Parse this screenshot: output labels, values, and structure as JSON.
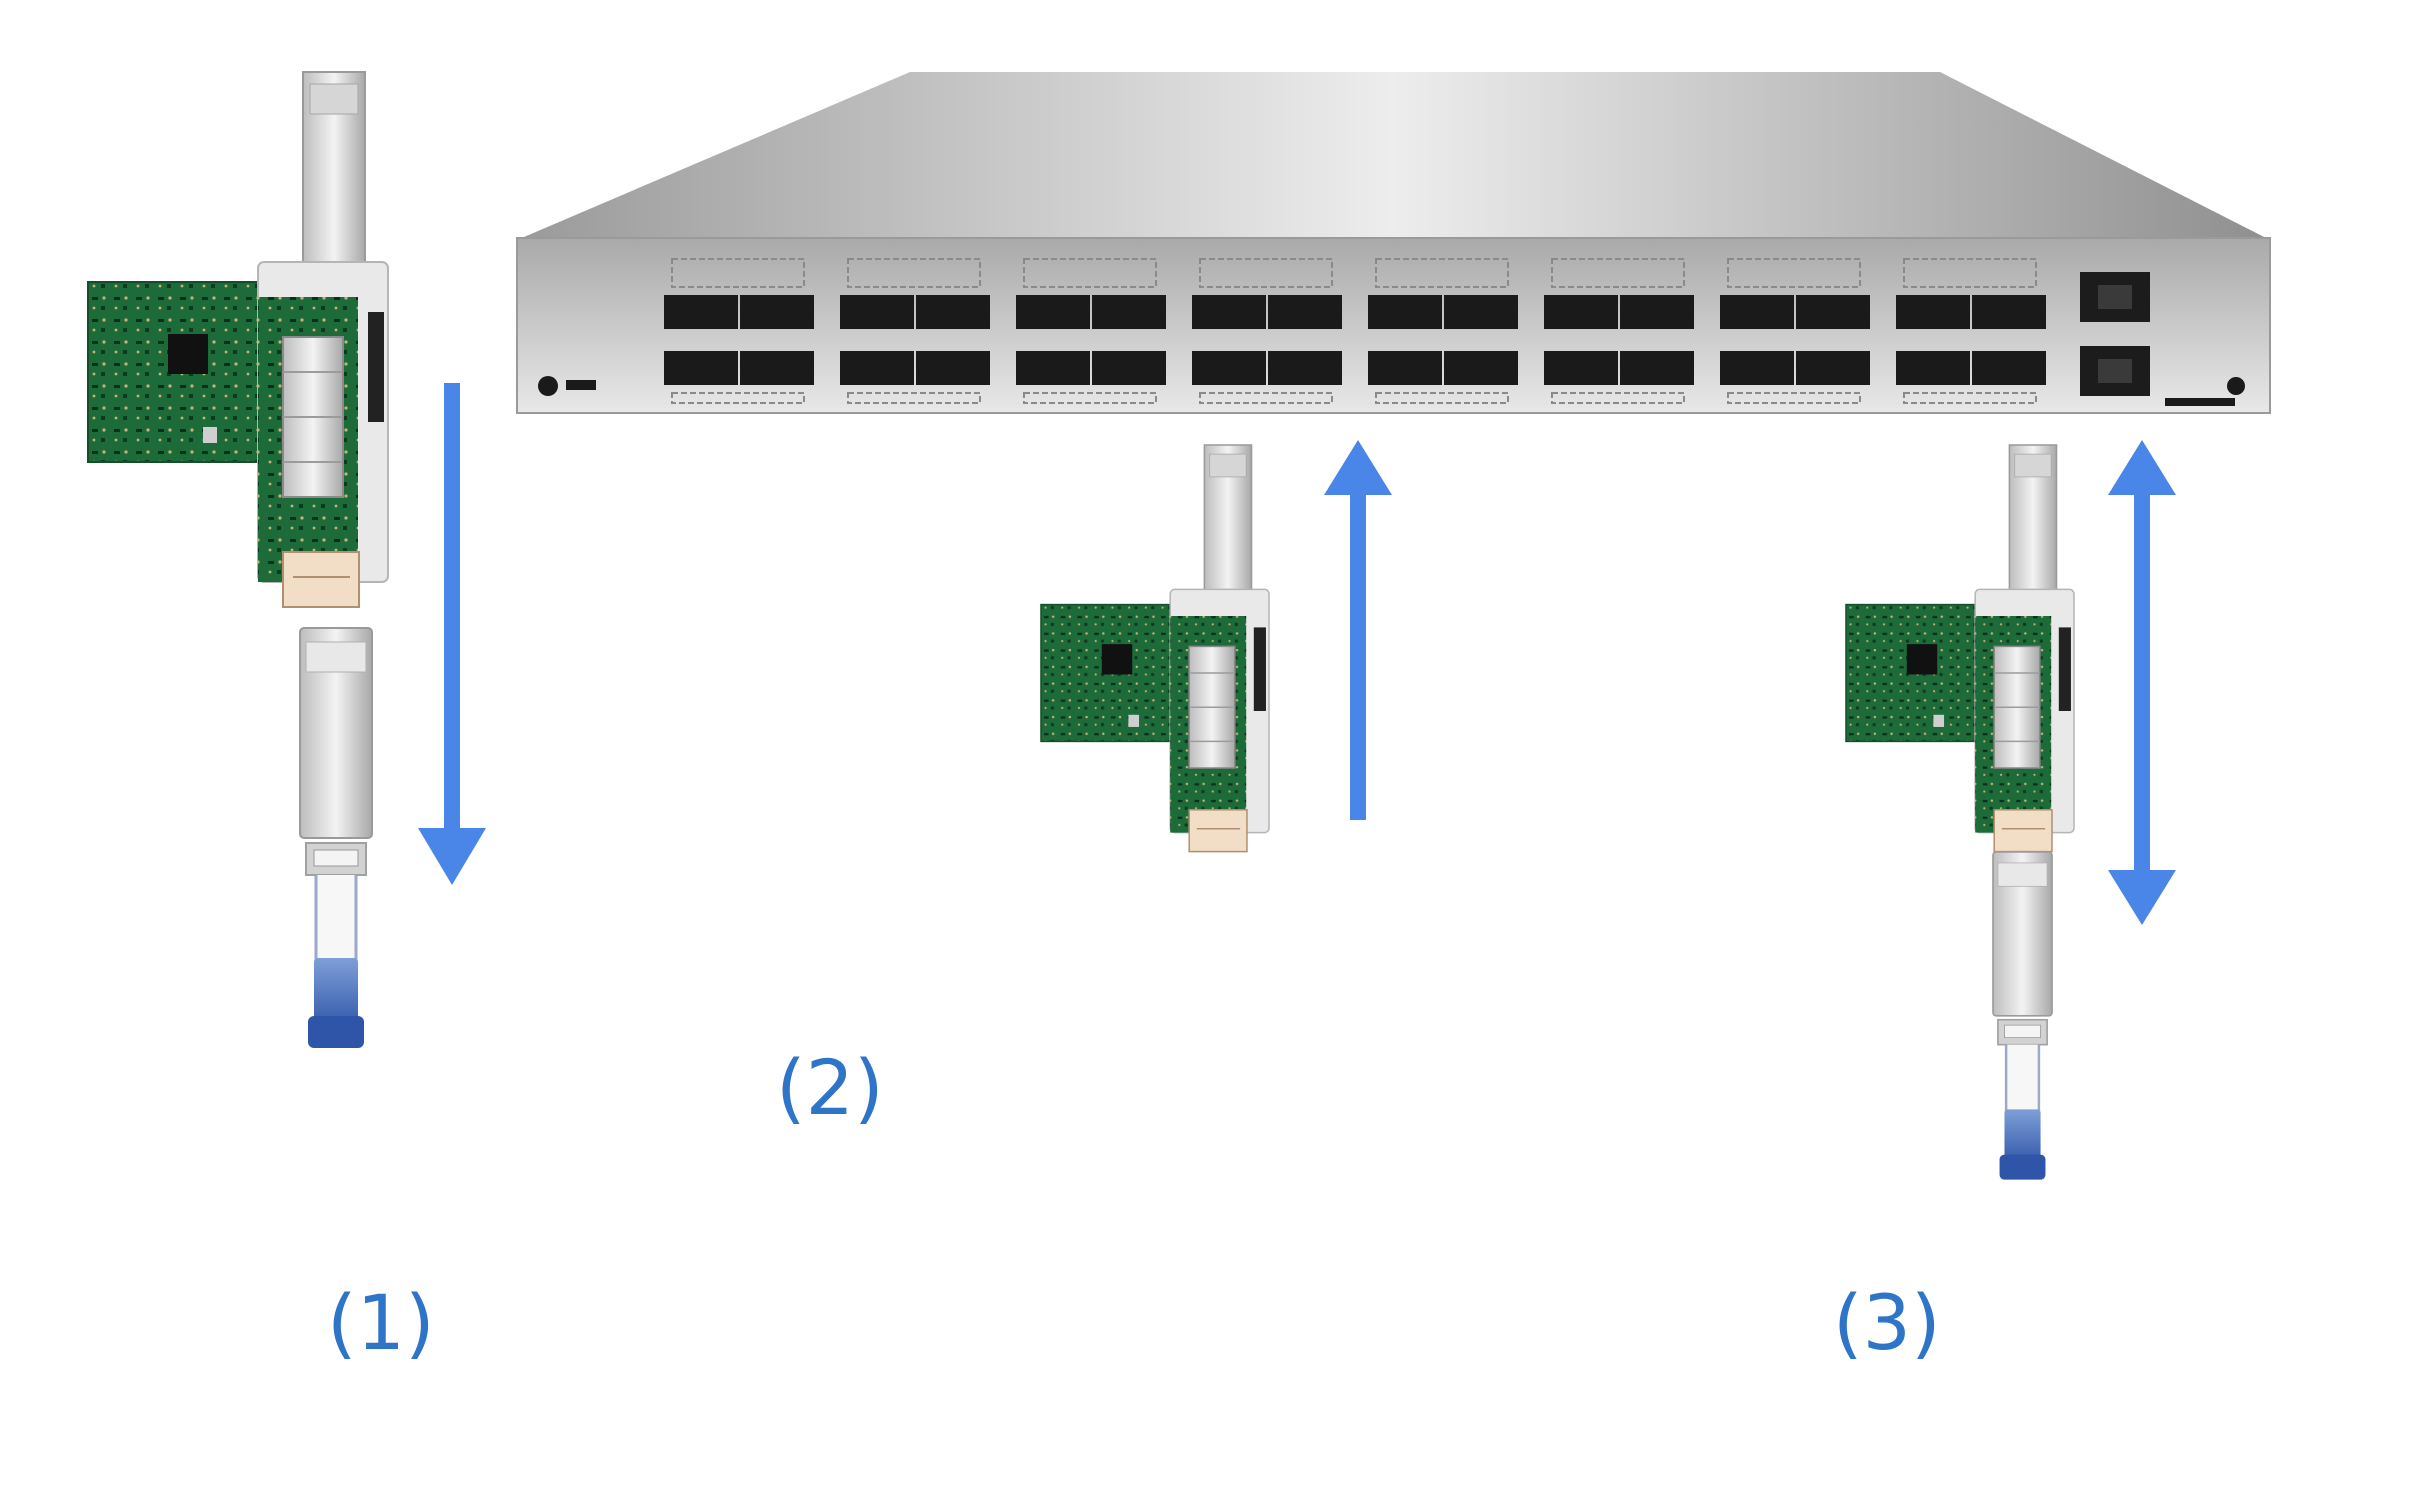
{
  "diagram": {
    "captions": [
      "(1)",
      "(2)",
      "(3)"
    ],
    "devices": {
      "switch": "network-switch",
      "board": "test-board-with-cage",
      "module": "optical-transceiver-module"
    },
    "colors": {
      "arrow": "#4A86E8",
      "caption": "#2E75C7",
      "pcb": "#1E6B3A",
      "switch_face": "#b9b9b9",
      "pull_tab": "#3A62B4"
    }
  }
}
